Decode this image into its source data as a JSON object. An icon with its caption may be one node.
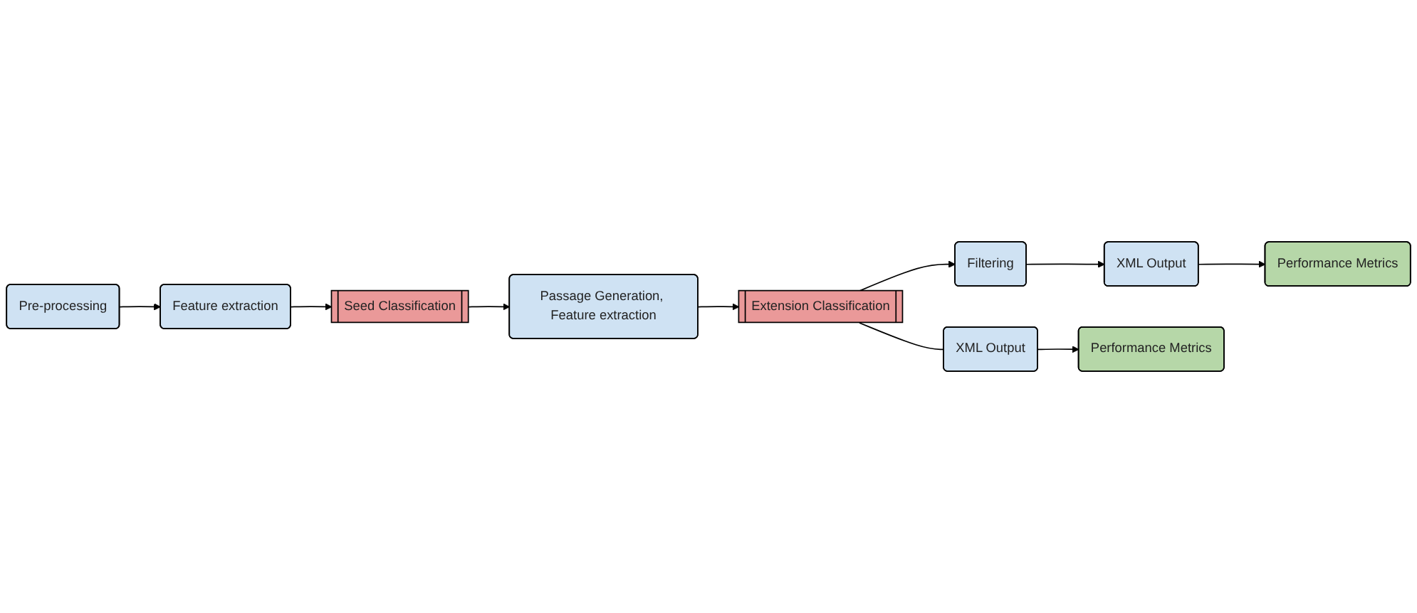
{
  "diagram": {
    "nodes": [
      {
        "text": [
          "Pre-processing"
        ]
      },
      {
        "text": [
          "Feature extraction"
        ]
      },
      {
        "text": [
          "Seed Classification"
        ]
      },
      {
        "text": [
          "Passage Generation, Feature extraction"
        ]
      },
      {
        "text": [
          "Extension Classification"
        ]
      },
      {
        "text": [
          "Filtering"
        ]
      },
      {
        "text": [
          "XML Output"
        ]
      },
      {
        "text": [
          "XML Output"
        ]
      },
      {
        "text": [
          "Performance Metrics"
        ]
      },
      {
        "text": [
          "Performance Metrics"
        ]
      }
    ],
    "edges": [
      {
        "from": 0,
        "to": 1,
        "arrow": "to"
      },
      {
        "from": 1,
        "to": 2,
        "arrow": "to"
      },
      {
        "from": 2,
        "to": 3,
        "arrow": "to"
      },
      {
        "from": 3,
        "to": 4,
        "arrow": "to"
      },
      {
        "from": 4,
        "to": 5,
        "arrow": "to"
      },
      {
        "from": 4,
        "to": 6,
        "arrow": "none"
      },
      {
        "from": 5,
        "to": 7,
        "arrow": "to"
      },
      {
        "from": 6,
        "to": 8,
        "arrow": "to"
      },
      {
        "from": 7,
        "to": 9,
        "arrow": "to"
      }
    ]
  }
}
